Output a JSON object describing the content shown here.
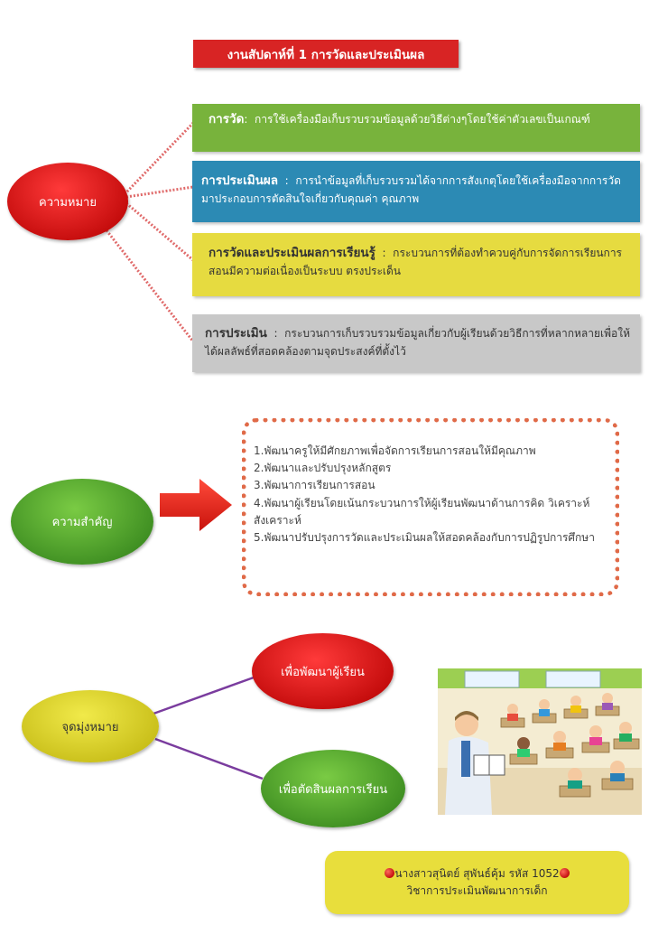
{
  "title": "งานสัปดาห์ที่ 1 การวัดและประเมินผล",
  "meaning": {
    "node_label": "ความหมาย",
    "definitions": [
      {
        "term": "การวัด",
        "separator": ":",
        "text": "การใช้เครื่องมือเก็บรวบรวมข้อมูลด้วยวิธีต่างๆโดยใช้ค่าตัวเลขเป็นเกณฑ์",
        "color": "#78b33c"
      },
      {
        "term": "การประเมินผล",
        "separator": ":",
        "text": "การนำข้อมูลที่เก็บรวบรวมได้จากการสังเกตุโดยใช้เครื่องมือจากการวัดมาประกอบการตัดสินใจเกี่ยวกับคุณค่า คุณภาพ",
        "color": "#2c8ab4"
      },
      {
        "term": "การวัดและประเมินผลการเรียนรู้",
        "separator": ":",
        "text": "กระบวนการที่ต้องทำควบคู่กับการจัดการเรียนการสอนมีความต่อเนื่องเป็นระบบ ตรงประเด็น",
        "color": "#e6db40"
      },
      {
        "term": "การประเมิน",
        "separator": ":",
        "text": "กระบวนการเก็บรวบรวมข้อมูลเกี่ยวกับผู้เรียนด้วยวิธีการที่หลากหลายเพื่อให้ได้ผลลัพธ์ที่สอดคล้องตามจุดประสงค์ที่ตั้งไว้",
        "color": "#c8c8c8"
      }
    ]
  },
  "importance": {
    "node_label": "ความสำคัญ",
    "items": [
      "1.พัฒนาครูให้มีศักยภาพเพื่อจัดการเรียนการสอนให้มีคุณภาพ",
      "2.พัฒนาและปรับปรุงหลักสูตร",
      "3.พัฒนาการเรียนการสอน",
      "4.พัฒนาผู้เรียนโดยเน้นกระบวนการให้ผู้เรียนพัฒนาด้านการคิด วิเคราะห์ สังเคราะห์",
      "5.พัฒนาปรับปรุงการวัดและประเมินผลให้สอดคล้องกับการปฏิรูปการศึกษา"
    ]
  },
  "goals": {
    "node_label": "จุดมุ่งหมาย",
    "items": [
      "เพื่อพัฒนาผู้เรียน",
      "เพื่อตัดสินผลการเรียน"
    ]
  },
  "author": {
    "line1": "นางสาวสุนิตย์ สุพันธ์คุ้ม รหัส 1052",
    "line2": "วิชาการประเมินพัฒนาการเด็ก"
  },
  "colors": {
    "red": "#d82424",
    "green": "#78b33c",
    "blue": "#2c8ab4",
    "yellow": "#e6db40",
    "grey": "#c8c8c8",
    "dotted_border": "#e06a48"
  },
  "icons": [
    "red-arrow-icon",
    "apple-icon",
    "classroom-illustration"
  ]
}
